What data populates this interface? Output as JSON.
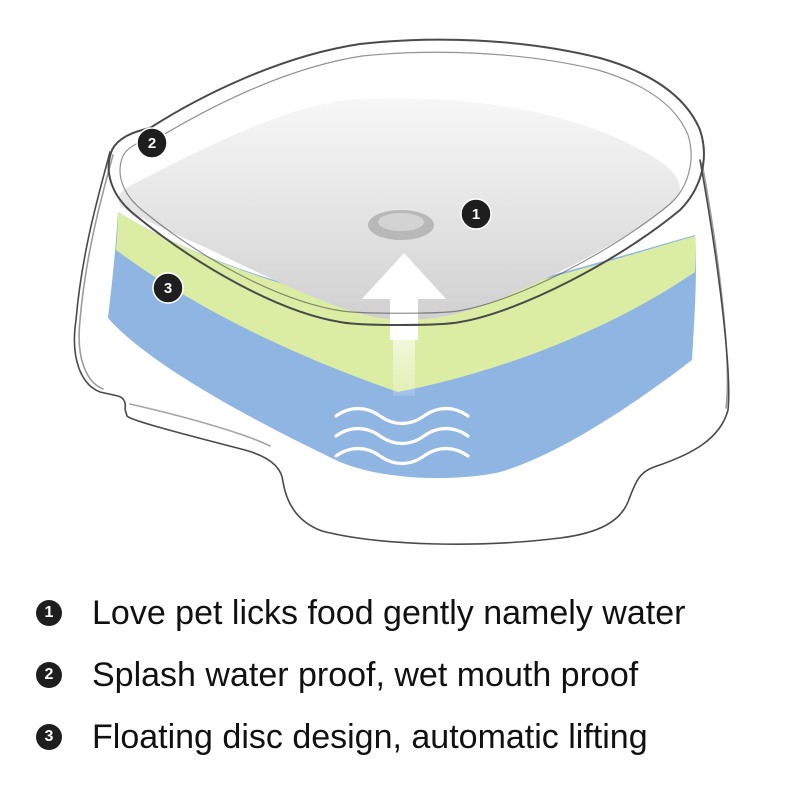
{
  "diagram": {
    "markers": [
      {
        "num": "1"
      },
      {
        "num": "2"
      },
      {
        "num": "3"
      }
    ],
    "colors": {
      "water": "#8fb5e3",
      "float_band": "#dbeda3",
      "disc": "#dedede",
      "outline": "#4a4a4a",
      "badge": "#1e1e1e"
    },
    "icons": [
      "up-arrow-icon",
      "water-waves-icon"
    ]
  },
  "features": [
    {
      "num": "1",
      "text": "Love pet licks food gently namely water"
    },
    {
      "num": "2",
      "text": "Splash water proof, wet mouth proof"
    },
    {
      "num": "3",
      "text": "Floating disc design, automatic lifting"
    }
  ]
}
